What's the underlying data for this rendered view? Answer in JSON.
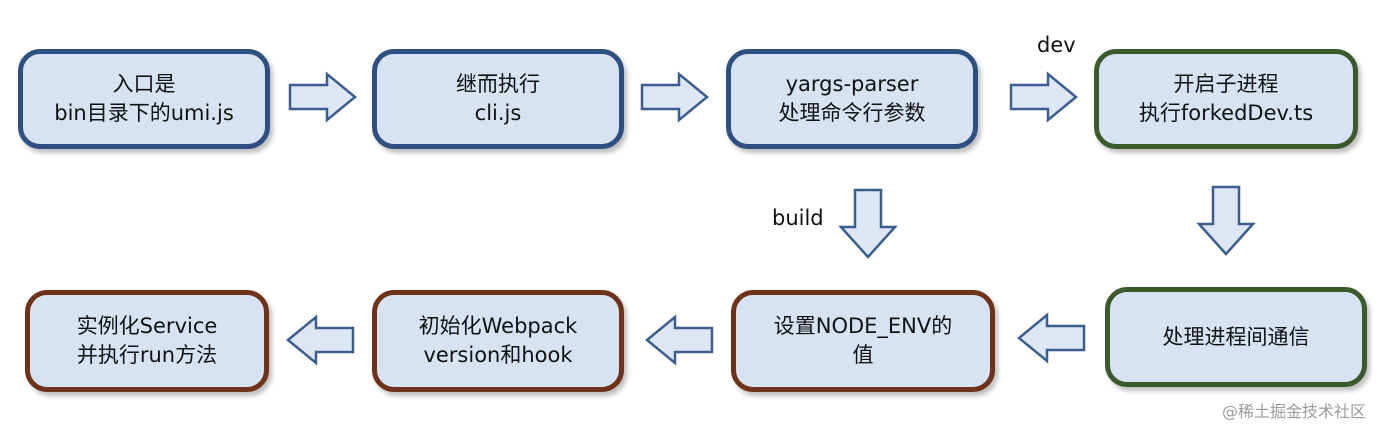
{
  "nodes": {
    "entry": {
      "line1": "入口是",
      "line2": "bin目录下的umi.js"
    },
    "cli": {
      "line1": "继而执行",
      "line2": "cli.js"
    },
    "yargs": {
      "line1": "yargs-parser",
      "line2": "处理命令行参数"
    },
    "fork": {
      "line1": "开启子进程",
      "line2": "执行forkedDev.ts"
    },
    "ipc": {
      "line1": "处理进程间通信"
    },
    "nodeenv": {
      "line1": "设置NODE_ENV的",
      "line2": "值"
    },
    "webpack": {
      "line1": "初始化Webpack",
      "line2": "version和hook"
    },
    "service": {
      "line1": "实例化Service",
      "line2": "并执行run方法"
    }
  },
  "edge_labels": {
    "dev": "dev",
    "build": "build"
  },
  "watermark": "@稀土掘金技术社区",
  "colors": {
    "node_fill": "#d7e3f3",
    "blue_border": "#2e4f7f",
    "green_border": "#3b5a2c",
    "brown_border": "#6d3219",
    "arrow_fill": "#dde7f4",
    "arrow_stroke": "#3a5f8f"
  }
}
